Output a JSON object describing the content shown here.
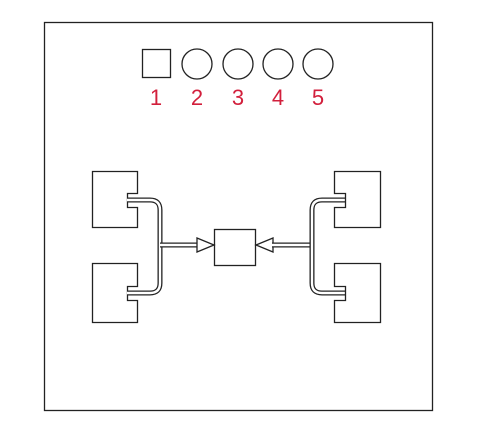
{
  "diagram": {
    "pins": [
      {
        "number": "1",
        "shape": "square"
      },
      {
        "number": "2",
        "shape": "circle"
      },
      {
        "number": "3",
        "shape": "circle"
      },
      {
        "number": "4",
        "shape": "circle"
      },
      {
        "number": "5",
        "shape": "circle"
      }
    ],
    "colors": {
      "outline": "#222222",
      "pin_label": "#d21f3c",
      "background": "#ffffff"
    }
  }
}
